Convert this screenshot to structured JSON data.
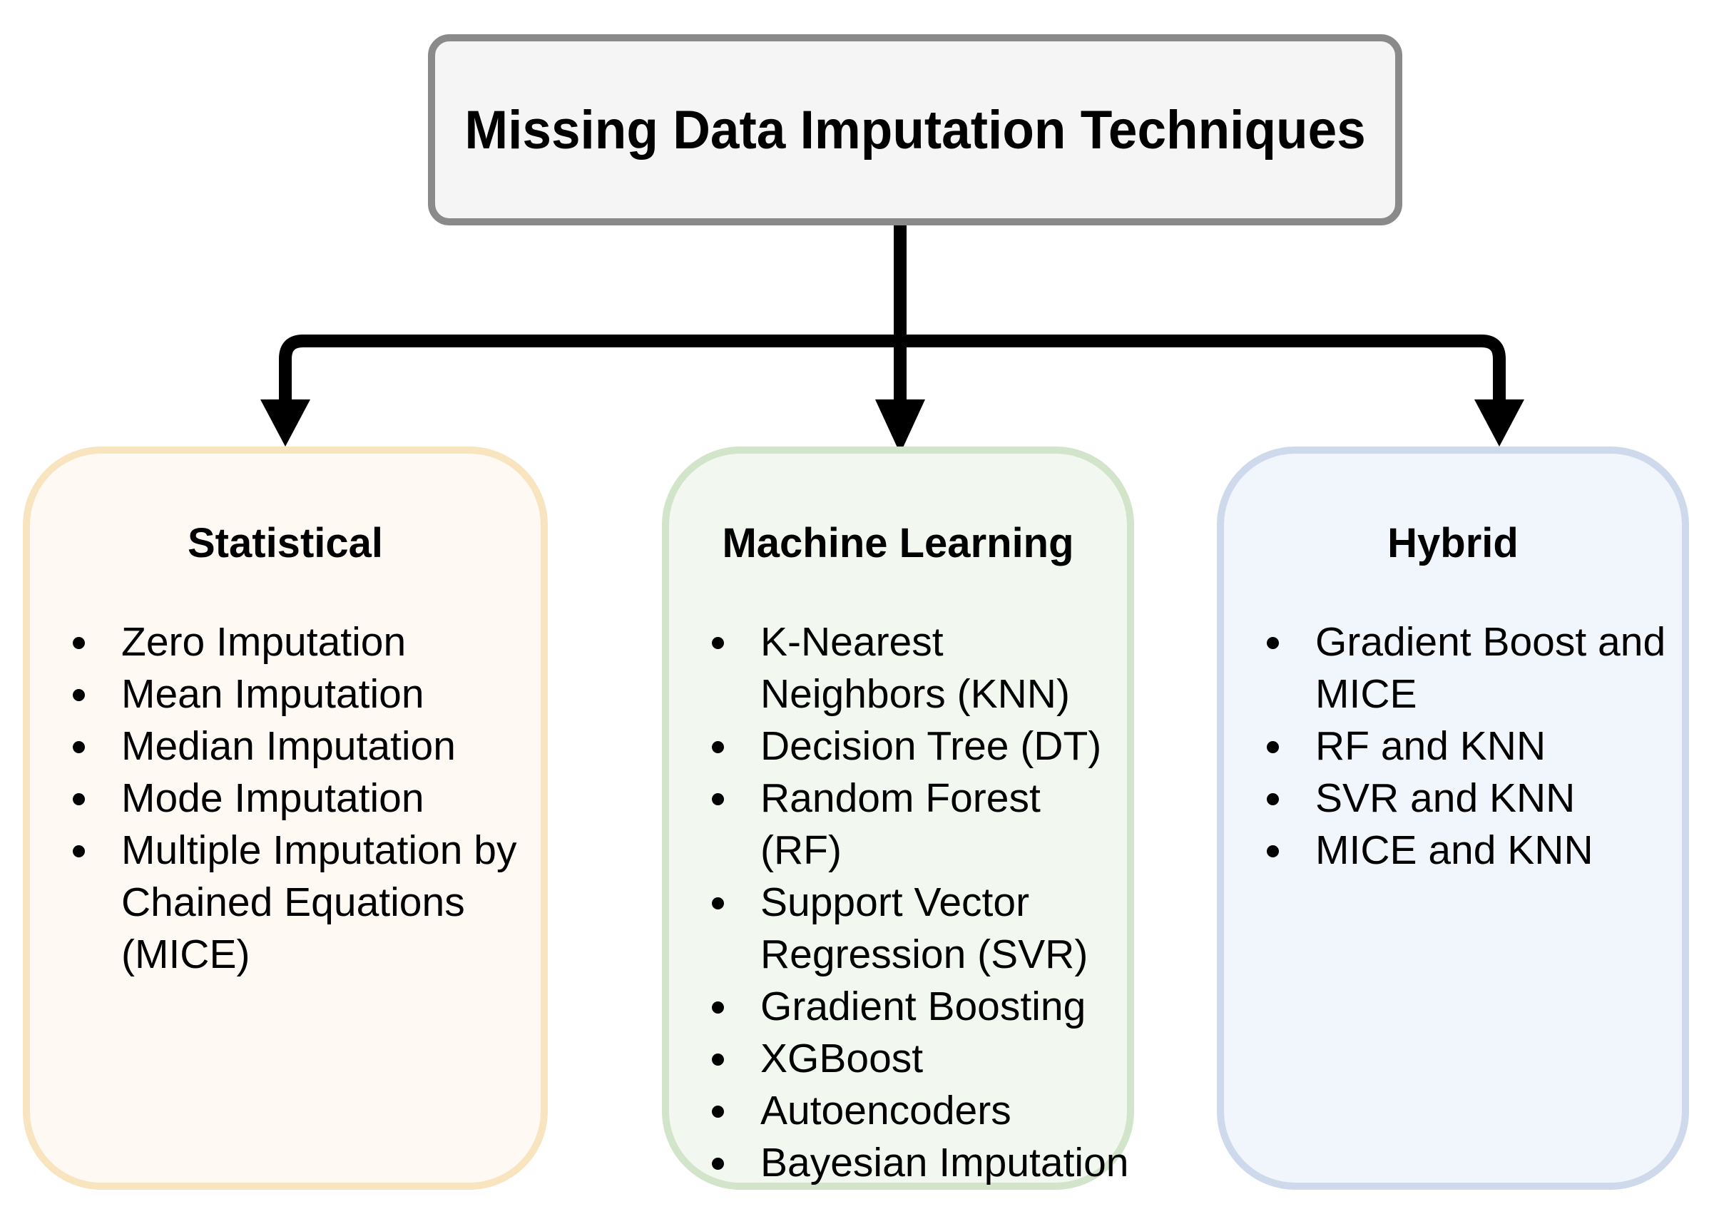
{
  "title": "Missing Data Imputation Techniques",
  "colors": {
    "root_fill": "#f5f5f5",
    "root_border": "#8a8a8a",
    "statistical_fill": "#fff9f3",
    "statistical_border": "#f8e4bf",
    "ml_fill": "#f2f8f0",
    "ml_border": "#d2e4c9",
    "hybrid_fill": "#f1f5fc",
    "hybrid_border": "#cedaec",
    "connector": "#000000"
  },
  "categories": [
    {
      "title": "Statistical",
      "items": [
        "Zero Imputation",
        "Mean Imputation",
        "Median Imputation",
        "Mode Imputation",
        "Multiple Imputation by Chained Equations (MICE)"
      ]
    },
    {
      "title": "Machine Learning",
      "items": [
        "K-Nearest Neighbors (KNN)",
        "Decision Tree (DT)",
        "Random Forest (RF)",
        "Support Vector Regression (SVR)",
        "Gradient Boosting",
        "XGBoost",
        "Autoencoders",
        "Bayesian Imputation"
      ]
    },
    {
      "title": "Hybrid",
      "items": [
        "Gradient Boost and MICE",
        "RF and KNN",
        "SVR and KNN",
        "MICE and KNN"
      ]
    }
  ]
}
